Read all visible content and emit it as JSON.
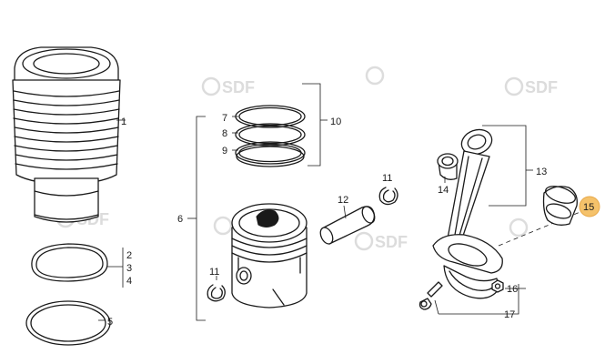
{
  "labels": {
    "cylinder": "1",
    "gasket_a": "2",
    "gasket_b": "3",
    "gasket_c": "4",
    "seal_ring": "5",
    "piston_group": "6",
    "ring_top": "7",
    "ring_mid": "8",
    "ring_oil": "9",
    "ring_set": "10",
    "circlip_right": "11",
    "circlip_left": "11",
    "piston_pin": "12",
    "conrod": "13",
    "small_end_bush": "14",
    "bearing_shell": "15",
    "nut": "16",
    "bolt": "17"
  },
  "watermark": "SDF",
  "colors": {
    "ink": "#1a1a1a",
    "highlight": "#f5c26b",
    "watermark": "#d9d9d9"
  }
}
